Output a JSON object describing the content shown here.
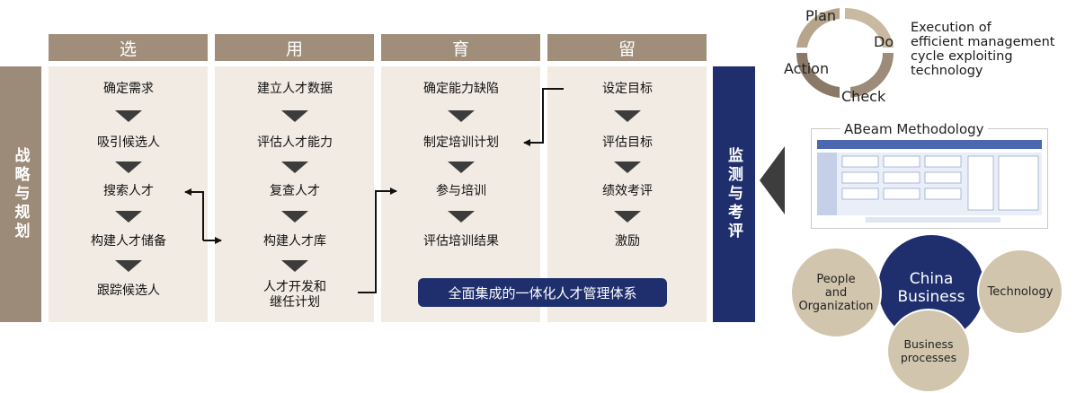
{
  "left_bar": {
    "label": "战略与规划"
  },
  "right_bar": {
    "label": "监测与考评"
  },
  "columns": [
    {
      "header": "选",
      "items": [
        "确定需求",
        "吸引候选人",
        "搜索人才",
        "构建人才储备",
        "跟踪候选人"
      ]
    },
    {
      "header": "用",
      "items": [
        "建立人才数据",
        "评估人才能力",
        "复查人才",
        "构建人才库",
        "人才开发和\n继任计划"
      ]
    },
    {
      "header": "育",
      "items": [
        "确定能力缺陷",
        "制定培训计划",
        "参与培训",
        "评估培训结果"
      ]
    },
    {
      "header": "留",
      "items": [
        "设定目标",
        "评估目标",
        "绩效考评",
        "激励"
      ]
    }
  ],
  "pill": {
    "label": "全面集成的一体化人才管理体系"
  },
  "pdca": {
    "plan": "Plan",
    "do": "Do",
    "check": "Check",
    "action": "Action"
  },
  "execution_text": [
    "Execution of",
    "efficient management",
    "cycle exploiting",
    "technology"
  ],
  "methodology": {
    "title": "ABeam Methodology"
  },
  "circles": {
    "center": [
      "China",
      "Business"
    ],
    "left": [
      "People",
      "and",
      "Organization"
    ],
    "right": [
      "Technology"
    ],
    "bottom": [
      "Business",
      "processes"
    ]
  },
  "colors": {
    "tan": "#a08e7a",
    "navy": "#1f2f6d",
    "cream": "#f1ebe3",
    "beige": "#d2c5ae"
  }
}
